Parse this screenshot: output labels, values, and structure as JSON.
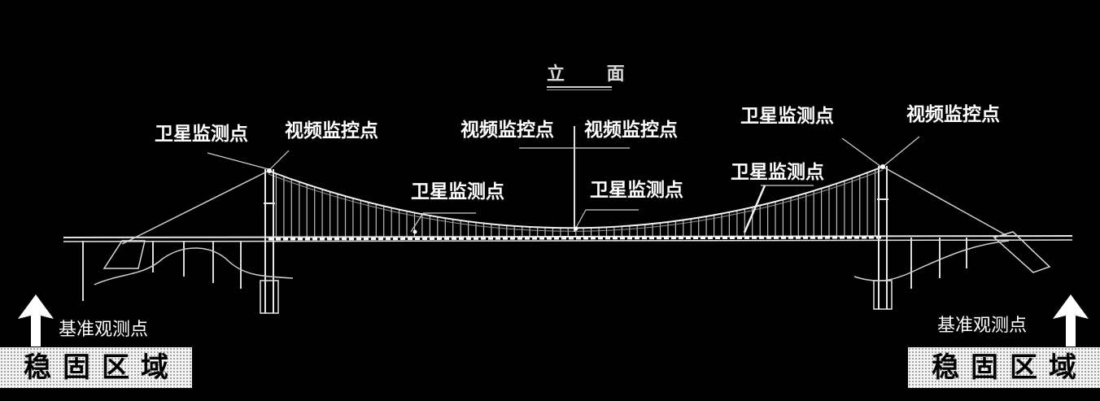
{
  "title": "立 面",
  "labels": {
    "sat_left_tower": "卫星监测点",
    "video_left_tower": "视频监控点",
    "video_mid_left": "视频监控点",
    "video_mid_right": "视频监控点",
    "sat_right_tower": "卫星监测点",
    "video_right_tower": "视频监控点",
    "sat_left_span": "卫星监测点",
    "sat_mid_span": "卫星监测点",
    "sat_right_span": "卫星监测点"
  },
  "reference_left": "基准观测点",
  "reference_right": "基准观测点",
  "stable_left": "稳固区域",
  "stable_right": "稳固区域",
  "colors": {
    "background": "#000000",
    "line": "#ffffff",
    "stable_fill": "#f4f4f4"
  }
}
